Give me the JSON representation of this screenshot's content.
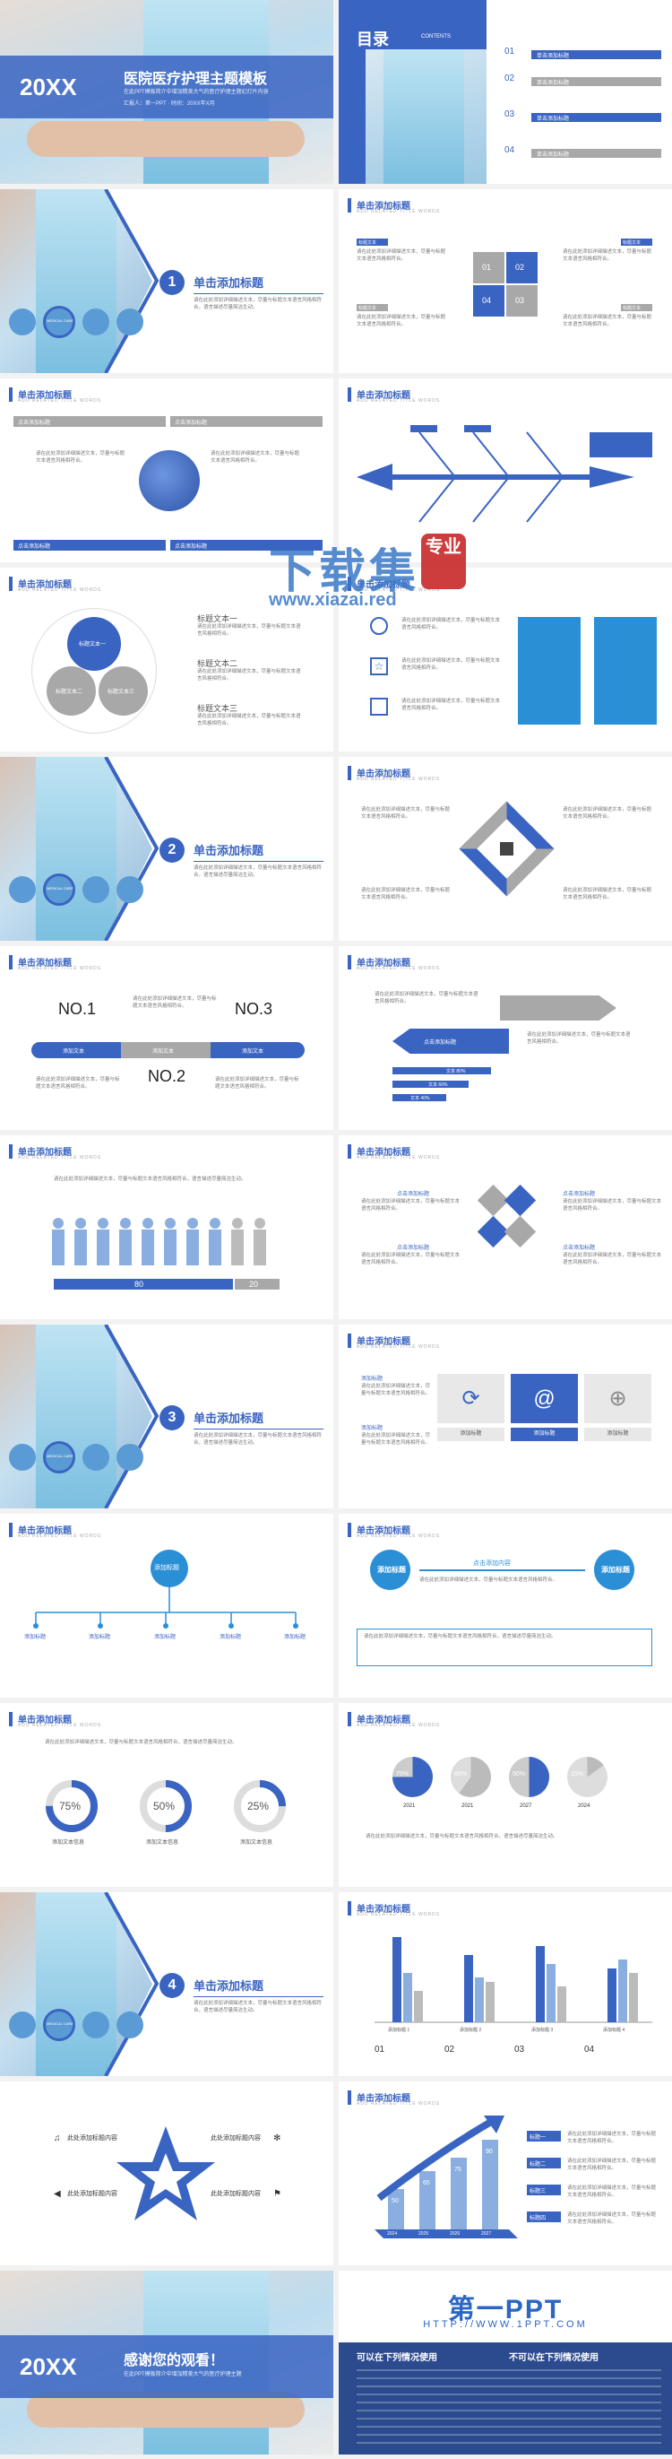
{
  "cover": {
    "year": "20XX",
    "title": "医院医疗护理主题模板",
    "subtitle": "在此PPT模板简介中增加精美大气的医疗护理主题幻灯片内容",
    "meta": "汇报人：第一PPT  ·  时间：20XX年X月"
  },
  "toc": {
    "title": "目录",
    "title_en": "CONTENTS",
    "items": [
      {
        "num": "01",
        "label": "单击添加标题"
      },
      {
        "num": "02",
        "label": "单击添加标题"
      },
      {
        "num": "03",
        "label": "单击添加标题"
      },
      {
        "num": "04",
        "label": "单击添加标题"
      }
    ]
  },
  "section": {
    "title": "单击添加标题",
    "desc": "请在此处添加详细描述文本，尽量与标题文本语言风格相符合，语言描述尽量简洁生动。",
    "badge": "MEDICAL CARE",
    "numbers": [
      "1",
      "2",
      "3",
      "4"
    ]
  },
  "slide_header": {
    "title": "单击添加标题",
    "sub": "ADD RELATED TITLE WORDS"
  },
  "generic_text": "请在此处添加详细描述文本，尽量与标题文本语言风格相符合。",
  "puzzle": {
    "labels": [
      "01",
      "02",
      "03",
      "04"
    ],
    "tags": [
      "标题文本",
      "标题文本",
      "标题文本",
      "标题文本"
    ]
  },
  "globe_slide": {
    "tabs": [
      "点击添加标题",
      "点击添加标题",
      "点击添加标题",
      "点击添加标题"
    ]
  },
  "circles": {
    "labels": [
      "标题文本一",
      "标题文本二",
      "标题文本三"
    ],
    "items": [
      "标题文本一",
      "标题文本二",
      "标题文本三"
    ]
  },
  "ranks": {
    "no1": "NO.1",
    "no2": "NO.2",
    "no3": "NO.3",
    "tabs": [
      "添加文本",
      "添加文本",
      "添加文本"
    ]
  },
  "arrows": {
    "label": "点击添加标题",
    "bars": [
      "文本 80%",
      "文本 60%",
      "文本 40%"
    ]
  },
  "people": {
    "left": "80",
    "right": "20"
  },
  "icons_grid": {
    "heads": [
      "点击添加标题",
      "点击添加标题",
      "点击添加标题",
      "点击添加标题"
    ]
  },
  "triple": {
    "head": "添加标题",
    "cells": [
      "添加标题",
      "添加标题",
      "添加标题"
    ]
  },
  "tree": {
    "root": "添加标题",
    "leaves": [
      "添加标题",
      "添加标题",
      "添加标题",
      "添加标题",
      "添加标题"
    ]
  },
  "flow": {
    "left": "添加标题",
    "right": "添加标题",
    "mid": "点击添加内容"
  },
  "donuts": {
    "values": [
      "75%",
      "50%",
      "25%"
    ],
    "caption": "添加文本信息"
  },
  "pies": {
    "values": [
      "75%",
      "60%",
      "50%",
      "15%"
    ],
    "years": [
      "2021",
      "2021",
      "2027",
      "2024"
    ]
  },
  "bars_chart": {
    "groups": [
      "添加标题 1",
      "添加标题 2",
      "添加标题 3",
      "添加标题 4"
    ],
    "nums": [
      "01",
      "02",
      "03",
      "04"
    ]
  },
  "star": {
    "items": [
      "此处添加标题内容",
      "此处添加标题内容",
      "此处添加标题内容",
      "此处添加标题内容"
    ]
  },
  "growth": {
    "bars": [
      "50",
      "65",
      "75",
      "90"
    ],
    "years": [
      "2024",
      "2025",
      "2026",
      "2027"
    ],
    "tags": [
      "标题一",
      "标题二",
      "标题三",
      "标题四"
    ]
  },
  "closing": {
    "year": "20XX",
    "thanks": "感谢您的观看！",
    "sub": "在此PPT模板简介中增加精美大气的医疗护理主题"
  },
  "promo": {
    "brand": "第一PPT",
    "url": "HTTP://WWW.1PPT.COM",
    "left_title": "可以在下列情况使用",
    "right_title": "不可以在下列情况使用"
  },
  "watermark": {
    "cn": "下载集",
    "badge": "专业",
    "url": "www.xiazai.red"
  }
}
